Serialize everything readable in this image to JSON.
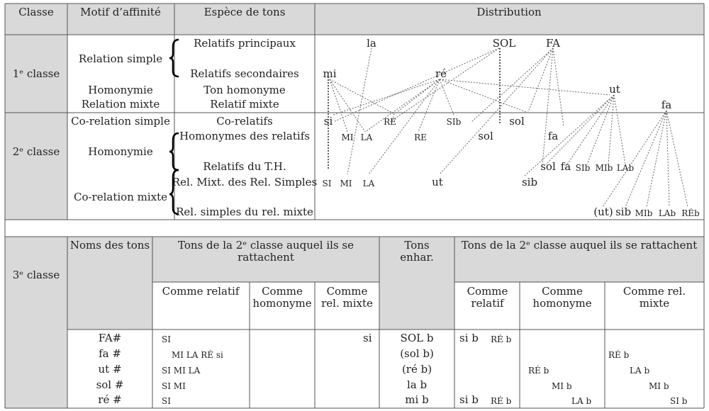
{
  "header": {
    "classe": "Classe",
    "motif": "Motif d’affinité",
    "espece": "Espèce de tons",
    "distribution": "Distribution"
  },
  "class1": {
    "label": "1ᵉ classe",
    "motifs": [
      "Relation simple",
      "Homonymie",
      "Relation mixte"
    ],
    "especes": [
      "Relatifs principaux",
      "Relatifs secondaires",
      "Ton homonyme",
      "Relatif mixte"
    ]
  },
  "class2": {
    "label": "2ᵉ classe",
    "motifs": [
      "Co-relation simple",
      "Homonymie",
      "Co-relation mixte"
    ],
    "especes": [
      "Co-relatifs",
      "Homonymes des relatifs",
      "Relatifs du T.H.",
      "Rel. Mixt. des Rel. Simples",
      "Rel. simples du rel. mixte"
    ]
  },
  "distribution": {
    "r1": [
      "la",
      "SOL",
      "FA"
    ],
    "r2": [
      "mi",
      "ré"
    ],
    "r3": [
      "ut"
    ],
    "r4": [
      "fa"
    ],
    "r5": [
      "si",
      "RÉ",
      "SIb",
      "sol"
    ],
    "r6": [
      "MI",
      "LA",
      "RE",
      "sol",
      "fa"
    ],
    "r7": [
      "sol",
      "fa",
      "SIb",
      "MIb",
      "LAb"
    ],
    "r8": [
      "SI",
      "MI",
      "LA",
      "ut",
      "sib"
    ],
    "r9": [
      "(ut)",
      "sib",
      "MIb",
      "LAb",
      "RÉb"
    ]
  },
  "class3": {
    "label": "3ᵉ classe",
    "noms": "Noms des tons",
    "tons2_a": "Tons de la 2ᵉ classe auquel ils se rattachent",
    "tons2_b": "Tons de la 2ᵉ classe auquel ils se rattachent",
    "enhar": "Tons enhar.",
    "comme_relatif_a": "Comme relatif",
    "comme_homonyme_a": "Comme homonyme",
    "comme_rel_mixte_a": "Comme rel. mixte",
    "comme_relatif_b": "Comme relatif",
    "comme_homonyme_b": "Comme homonyme",
    "comme_rel_mixte_b": "Comme rel. mixte",
    "rows": [
      {
        "nom": "FA#",
        "relatif": "SI",
        "homonyme": "",
        "mixte": "si",
        "enhar": "SOL b",
        "rel_b": [
          "si b",
          "RÉ b"
        ],
        "hom_b": "",
        "mix_b": ""
      },
      {
        "nom": "fa #",
        "relatif": "MI LA RÉ si",
        "homonyme": "",
        "mixte": "",
        "enhar": "(sol b)",
        "rel_b": [
          "",
          ""
        ],
        "hom_b": "",
        "mix_b": "RÉ b"
      },
      {
        "nom": "ut #",
        "relatif": "SI MI LA",
        "homonyme": "",
        "mixte": "",
        "enhar": "(ré b)",
        "rel_b": [
          "",
          ""
        ],
        "hom_b": "RÉ b",
        "mix_b": "LA b"
      },
      {
        "nom": "sol #",
        "relatif": "SI MI",
        "homonyme": "",
        "mixte": "",
        "enhar": "la b",
        "rel_b": [
          "",
          ""
        ],
        "hom_b": "MI b",
        "mix_b": "MI b"
      },
      {
        "nom": "ré #",
        "relatif": "SI",
        "homonyme": "",
        "mixte": "",
        "enhar": "mi b",
        "rel_b": [
          "si b",
          "RÉ b"
        ],
        "hom_b": "LA b",
        "mix_b": "SI b"
      }
    ]
  }
}
